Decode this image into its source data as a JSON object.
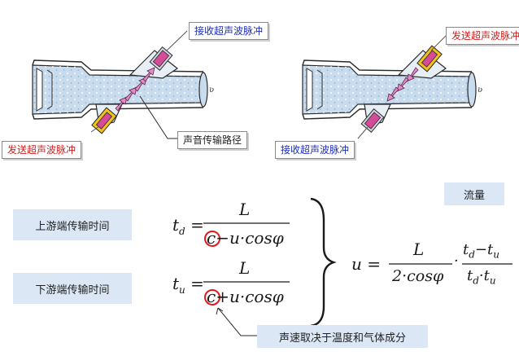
{
  "diagram": {
    "left_panel": {
      "receive_label": "接收超声波脉冲",
      "send_label": "发送超声波脉冲",
      "path_label": "声音传输路径",
      "arrow_symbol": "υ"
    },
    "right_panel": {
      "send_label": "发送超声波脉冲",
      "receive_label": "接收超声波脉冲",
      "arrow_symbol": "υ"
    },
    "flow_label": "流量",
    "upstream_label": "上游端传输时间",
    "downstream_label": "下游端传输时间",
    "note_label": "声速取决于温度和气体成分",
    "formula_up": {
      "lhs": "t",
      "lhs_sub": "d",
      "numerator": "L",
      "den_c": "c",
      "den_rest": "−u·cosφ"
    },
    "formula_down": {
      "lhs": "t",
      "lhs_sub": "u",
      "numerator": "L",
      "den_c": "c",
      "den_rest": "+u·cosφ"
    },
    "formula_flow": {
      "lhs": "u",
      "frac1_num": "L",
      "frac1_den": "2·cosφ",
      "dot": "·",
      "frac2_num_a": "t",
      "frac2_num_a_sub": "d",
      "frac2_num_op": "−",
      "frac2_num_b": "t",
      "frac2_num_b_sub": "u",
      "frac2_den_a": "t",
      "frac2_den_a_sub": "d",
      "frac2_den_dot": "·",
      "frac2_den_b": "t",
      "frac2_den_b_sub": "u"
    },
    "colors": {
      "pipe_fill": "#c9dcee",
      "pipe_line": "#2a2a2a",
      "sensor_yellow": "#f2c21a",
      "sensor_pink": "#d64a9a",
      "highlight_red": "#e01b1b",
      "label_bg": "#dbe7f4",
      "text_blue": "#1c2db8",
      "text_red": "#d01e1e"
    }
  }
}
